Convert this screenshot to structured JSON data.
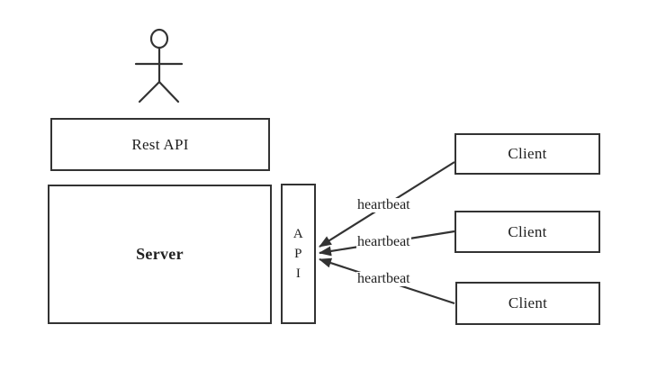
{
  "diagram": {
    "colors": {
      "background": "#ffffff",
      "line": "#333333",
      "text": "#1f1f1f"
    },
    "actor": {
      "name": "actor"
    },
    "nodes": [
      {
        "id": "rest-api",
        "label": "Rest API"
      },
      {
        "id": "server",
        "label": "Server"
      },
      {
        "id": "api",
        "label": "API",
        "letters": [
          "A",
          "P",
          "I"
        ]
      },
      {
        "id": "client-1",
        "label": "Client"
      },
      {
        "id": "client-2",
        "label": "Client"
      },
      {
        "id": "client-3",
        "label": "Client"
      }
    ],
    "edges": [
      {
        "from": "client-1",
        "to": "api",
        "label": "heartbeat"
      },
      {
        "from": "client-2",
        "to": "api",
        "label": "heartbeat"
      },
      {
        "from": "client-3",
        "to": "api",
        "label": "heartbeat"
      }
    ]
  }
}
